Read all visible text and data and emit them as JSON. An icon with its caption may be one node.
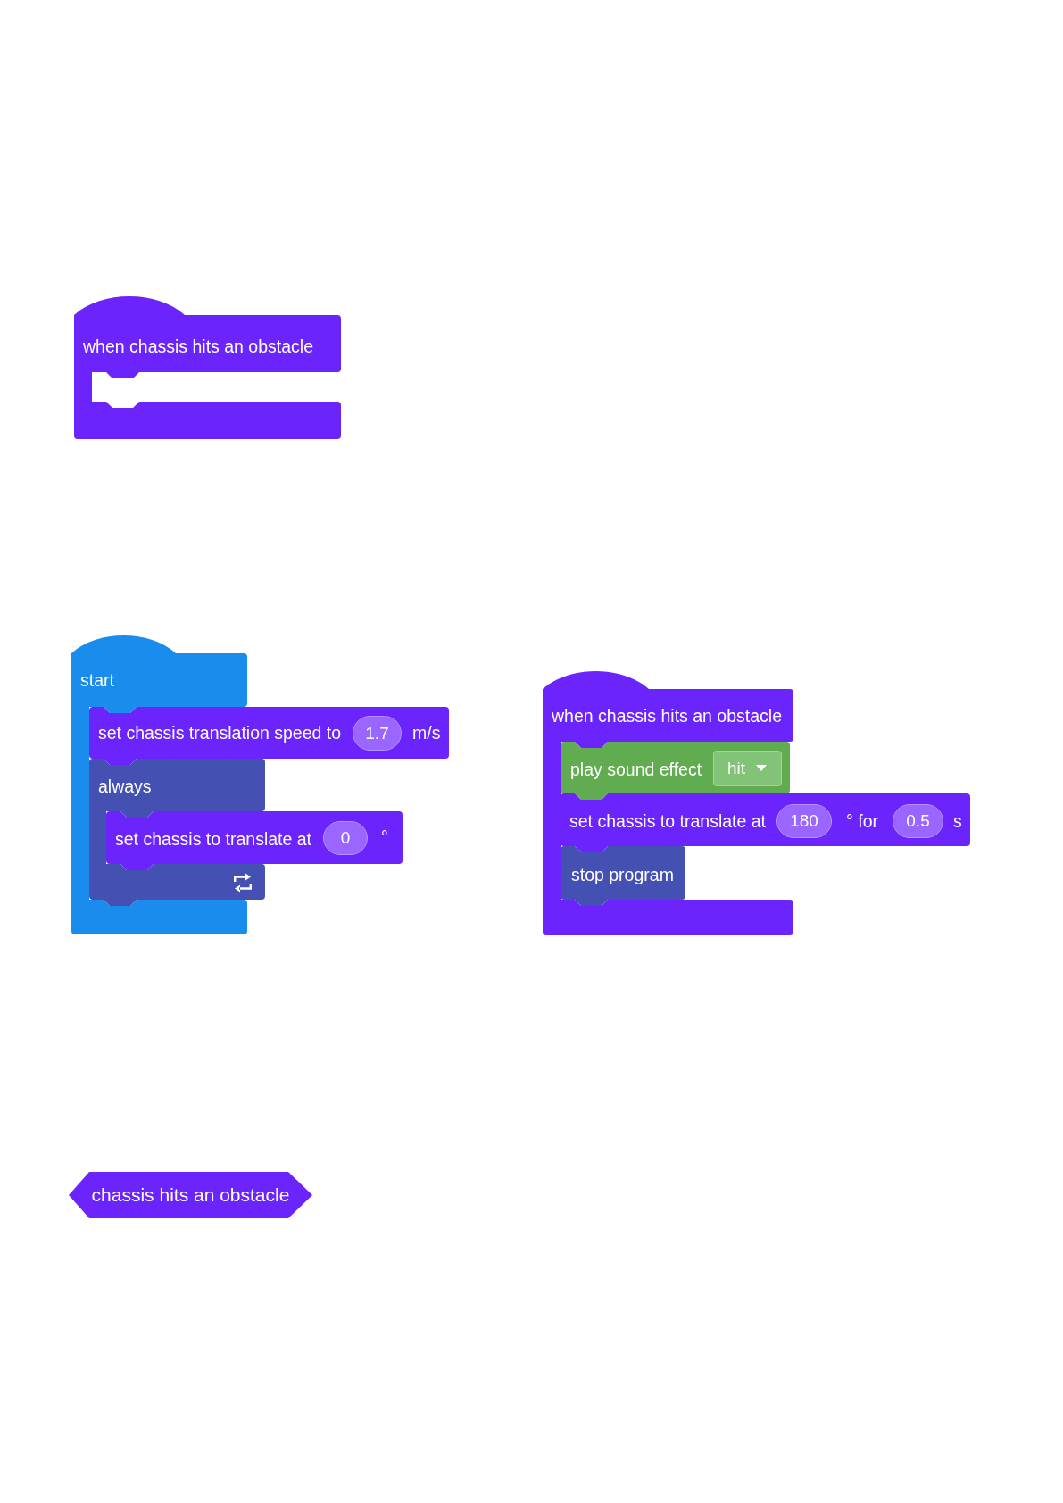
{
  "diagram": {
    "nodes": [
      {
        "text": [
          "when chassis hits an obstacle"
        ]
      },
      {
        "text": [
          "start"
        ]
      },
      {
        "text": [
          "set chassis translation speed to",
          "m/s"
        ]
      },
      {
        "text": [
          "1.7"
        ],
        "in": 2
      },
      {
        "text": [
          "always"
        ],
        "in": 1
      },
      {
        "text": [
          "set chassis to translate at",
          "°"
        ]
      },
      {
        "text": [
          "0"
        ],
        "in": 5
      },
      {
        "text": [
          "when chassis hits an obstacle"
        ]
      },
      {
        "text": [
          "play sound effect"
        ],
        "in": 7
      },
      {
        "text": [
          "hit"
        ],
        "in": 8
      },
      {
        "text": [
          "set chassis to translate at",
          "° for",
          "s"
        ]
      },
      {
        "text": [
          "180"
        ],
        "in": 10
      },
      {
        "text": [
          "0.5"
        ],
        "in": 10
      },
      {
        "text": [
          "stop program"
        ],
        "in": 7
      },
      {
        "text": [
          "chassis hits an obstacle"
        ]
      }
    ]
  }
}
